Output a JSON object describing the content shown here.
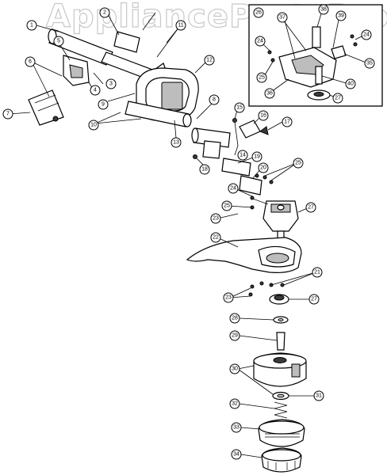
{
  "watermark": "AppliancePartsPros.com",
  "callouts": [
    {
      "id": "c1",
      "label": "1"
    },
    {
      "id": "c2",
      "label": "2"
    },
    {
      "id": "c3",
      "label": "3"
    },
    {
      "id": "c4",
      "label": "4"
    },
    {
      "id": "c5",
      "label": "5"
    },
    {
      "id": "c6",
      "label": "6"
    },
    {
      "id": "c7",
      "label": "7"
    },
    {
      "id": "c8",
      "label": "8"
    },
    {
      "id": "c9",
      "label": "9"
    },
    {
      "id": "c10",
      "label": "10"
    },
    {
      "id": "c11",
      "label": "11"
    },
    {
      "id": "c12",
      "label": "12"
    },
    {
      "id": "c13",
      "label": "13"
    },
    {
      "id": "c14",
      "label": "14"
    },
    {
      "id": "c15",
      "label": "15"
    },
    {
      "id": "c16",
      "label": "16"
    },
    {
      "id": "c17",
      "label": "17"
    },
    {
      "id": "c18",
      "label": "18"
    },
    {
      "id": "c19",
      "label": "19"
    },
    {
      "id": "c20",
      "label": "20"
    },
    {
      "id": "c21",
      "label": "21"
    },
    {
      "id": "c22",
      "label": "22"
    },
    {
      "id": "c23a",
      "label": "23"
    },
    {
      "id": "c23b",
      "label": "23"
    },
    {
      "id": "c24",
      "label": "24"
    },
    {
      "id": "c25",
      "label": "25"
    },
    {
      "id": "c25b",
      "label": "25"
    },
    {
      "id": "c27",
      "label": "27"
    },
    {
      "id": "c27b",
      "label": "27"
    },
    {
      "id": "c28",
      "label": "28"
    },
    {
      "id": "c29",
      "label": "29"
    },
    {
      "id": "c30",
      "label": "30"
    },
    {
      "id": "c31",
      "label": "31"
    },
    {
      "id": "c32",
      "label": "32"
    },
    {
      "id": "c33",
      "label": "33"
    },
    {
      "id": "c34",
      "label": "34"
    },
    {
      "id": "i26",
      "label": "26"
    },
    {
      "id": "i37",
      "label": "37"
    },
    {
      "id": "i38",
      "label": "38"
    },
    {
      "id": "i39",
      "label": "39"
    },
    {
      "id": "i24",
      "label": "24"
    },
    {
      "id": "i24b",
      "label": "24"
    },
    {
      "id": "i25",
      "label": "25"
    },
    {
      "id": "i35",
      "label": "35"
    },
    {
      "id": "i36",
      "label": "36"
    },
    {
      "id": "i40",
      "label": "40"
    },
    {
      "id": "i27",
      "label": "27"
    }
  ]
}
